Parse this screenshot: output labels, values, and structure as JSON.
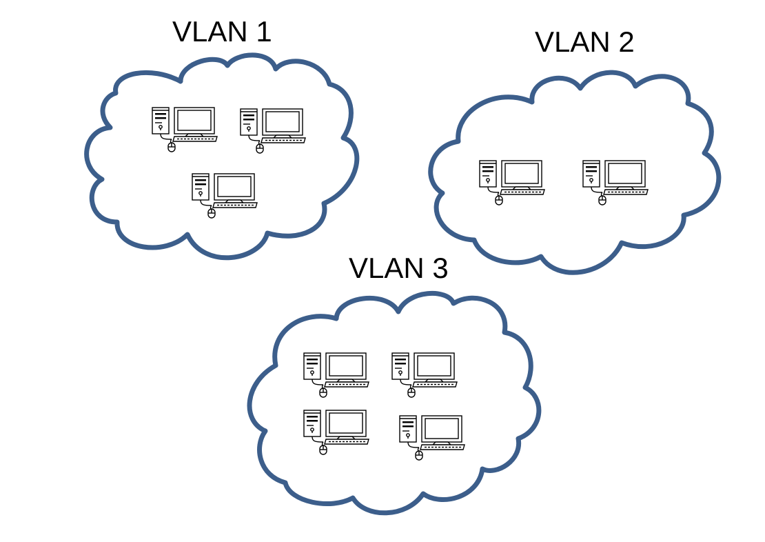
{
  "colors": {
    "cloud_stroke": "#3C5E8B",
    "background": "#FFFFFF",
    "icon": "#000000"
  },
  "vlans": [
    {
      "id": "vlan1",
      "label": "VLAN 1",
      "computer_count": 3
    },
    {
      "id": "vlan2",
      "label": "VLAN 2",
      "computer_count": 2
    },
    {
      "id": "vlan3",
      "label": "VLAN 3",
      "computer_count": 4
    }
  ],
  "icons": {
    "cloud": "cloud-icon",
    "computer": "desktop-computer-icon"
  }
}
